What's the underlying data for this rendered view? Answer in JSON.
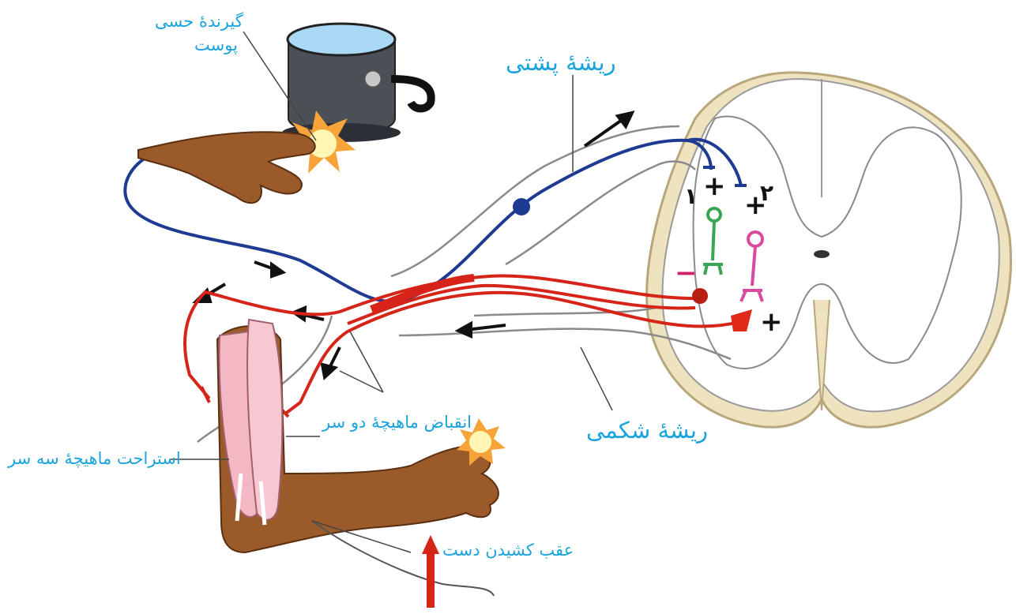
{
  "labels": {
    "receptor_line1": "گیرندهٔ حسی",
    "receptor_line2": "پوست",
    "dorsal_root": "ریشهٔ پشتی",
    "ventral_root": "ریشهٔ شکمی",
    "biceps_contraction": "انقباض ماهیچهٔ دو سر",
    "triceps_relaxation": "استراحت ماهیچهٔ سه سر",
    "withdraw_hand": "عقب کشیدن دست"
  },
  "markers": {
    "interneuron_1": "۱",
    "interneuron_2": "۲",
    "plus": "+",
    "minus": "−"
  },
  "colors": {
    "label_text": "#1aa3dc",
    "sensory_neuron": "#1f3a93",
    "motor_neuron": "#d62418",
    "inhibitory_interneuron": "#3aa655",
    "excitatory_interneuron": "#d94aa0",
    "skin": "#9a5a2a",
    "muscle": "#f3b8c4",
    "spinal_grey_matter_outline": "#8a8a8a",
    "spinal_cord_fill": "#efe2bf",
    "minus_sign": "#d0226b"
  }
}
